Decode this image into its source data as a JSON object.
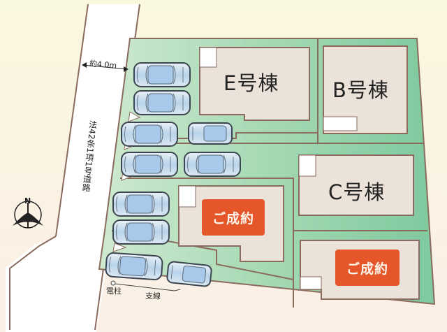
{
  "site_plan": {
    "road": {
      "width_label": "約4.0m",
      "designation": "法42条1項1号道路"
    },
    "compass": {
      "label": "N"
    },
    "lots": [
      {
        "id": "E",
        "label": "E号棟",
        "status": "available"
      },
      {
        "id": "B",
        "label": "B号棟",
        "status": "available"
      },
      {
        "id": "C",
        "label": "C号棟",
        "status": "available"
      },
      {
        "id": "D",
        "label": "",
        "status": "sold",
        "badge": "ご成約"
      },
      {
        "id": "A",
        "label": "",
        "status": "sold",
        "badge": "ご成約"
      }
    ],
    "annotations": {
      "utility_pole": "電柱",
      "guy_wire": "支線"
    },
    "colors": {
      "background": "#fbf7e4",
      "lot_green": "#8fd0a8",
      "house_fill": "#ebe3d9",
      "boundary": "#8a6b5e",
      "sold_badge": "#e5562a",
      "road": "#ffffff"
    },
    "parking_spaces": 11
  }
}
